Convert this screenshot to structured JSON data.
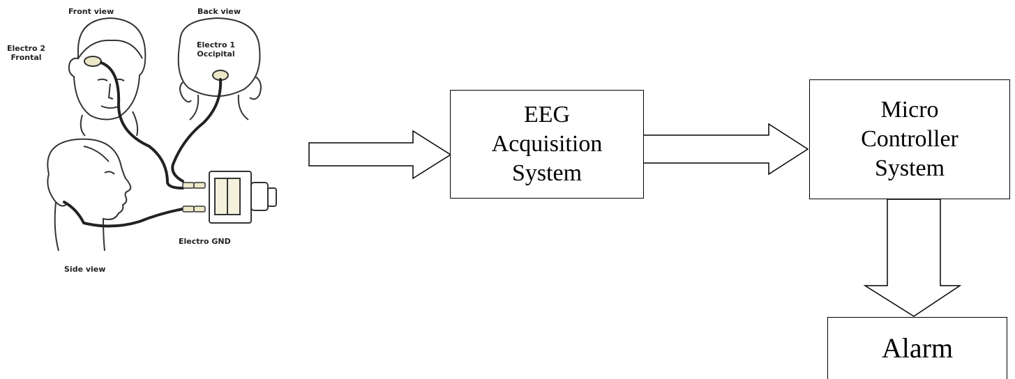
{
  "illustration": {
    "front_view": "Front view",
    "back_view": "Back view",
    "side_view": "Side view",
    "electro2_line1": "Electro 2",
    "electro2_line2": "Frontal",
    "electro1_line1": "Electro 1",
    "electro1_line2": "Occipital",
    "electro_gnd": "Electro GND"
  },
  "blocks": {
    "eeg": {
      "line1": "EEG",
      "line2": "Acquisition",
      "line3": "System"
    },
    "micro": {
      "line1": "Micro",
      "line2": "Controller",
      "line3": "System"
    },
    "alarm": {
      "line1": "Alarm"
    }
  },
  "colors": {
    "stroke": "#000000",
    "background": "#ffffff"
  }
}
